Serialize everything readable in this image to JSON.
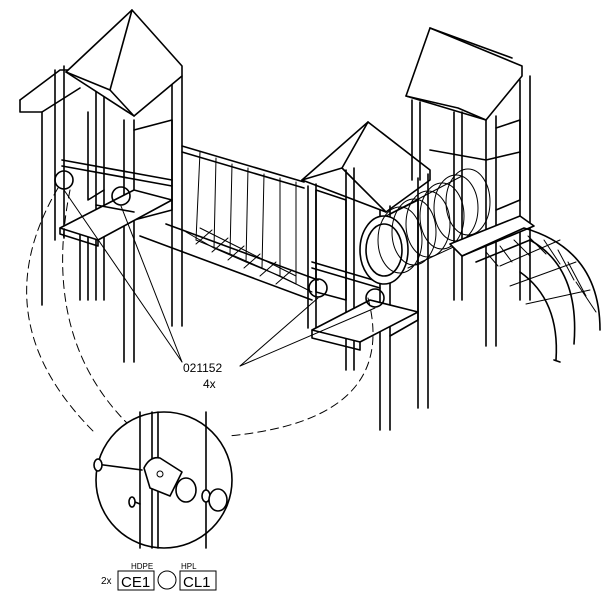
{
  "callout": {
    "part_number": "021152",
    "quantity": "4x"
  },
  "legend": {
    "count": "2x",
    "material_1_caption": "HDPE",
    "material_1_code": "CE1",
    "material_2_caption": "HPL",
    "material_2_code": "CL1"
  }
}
